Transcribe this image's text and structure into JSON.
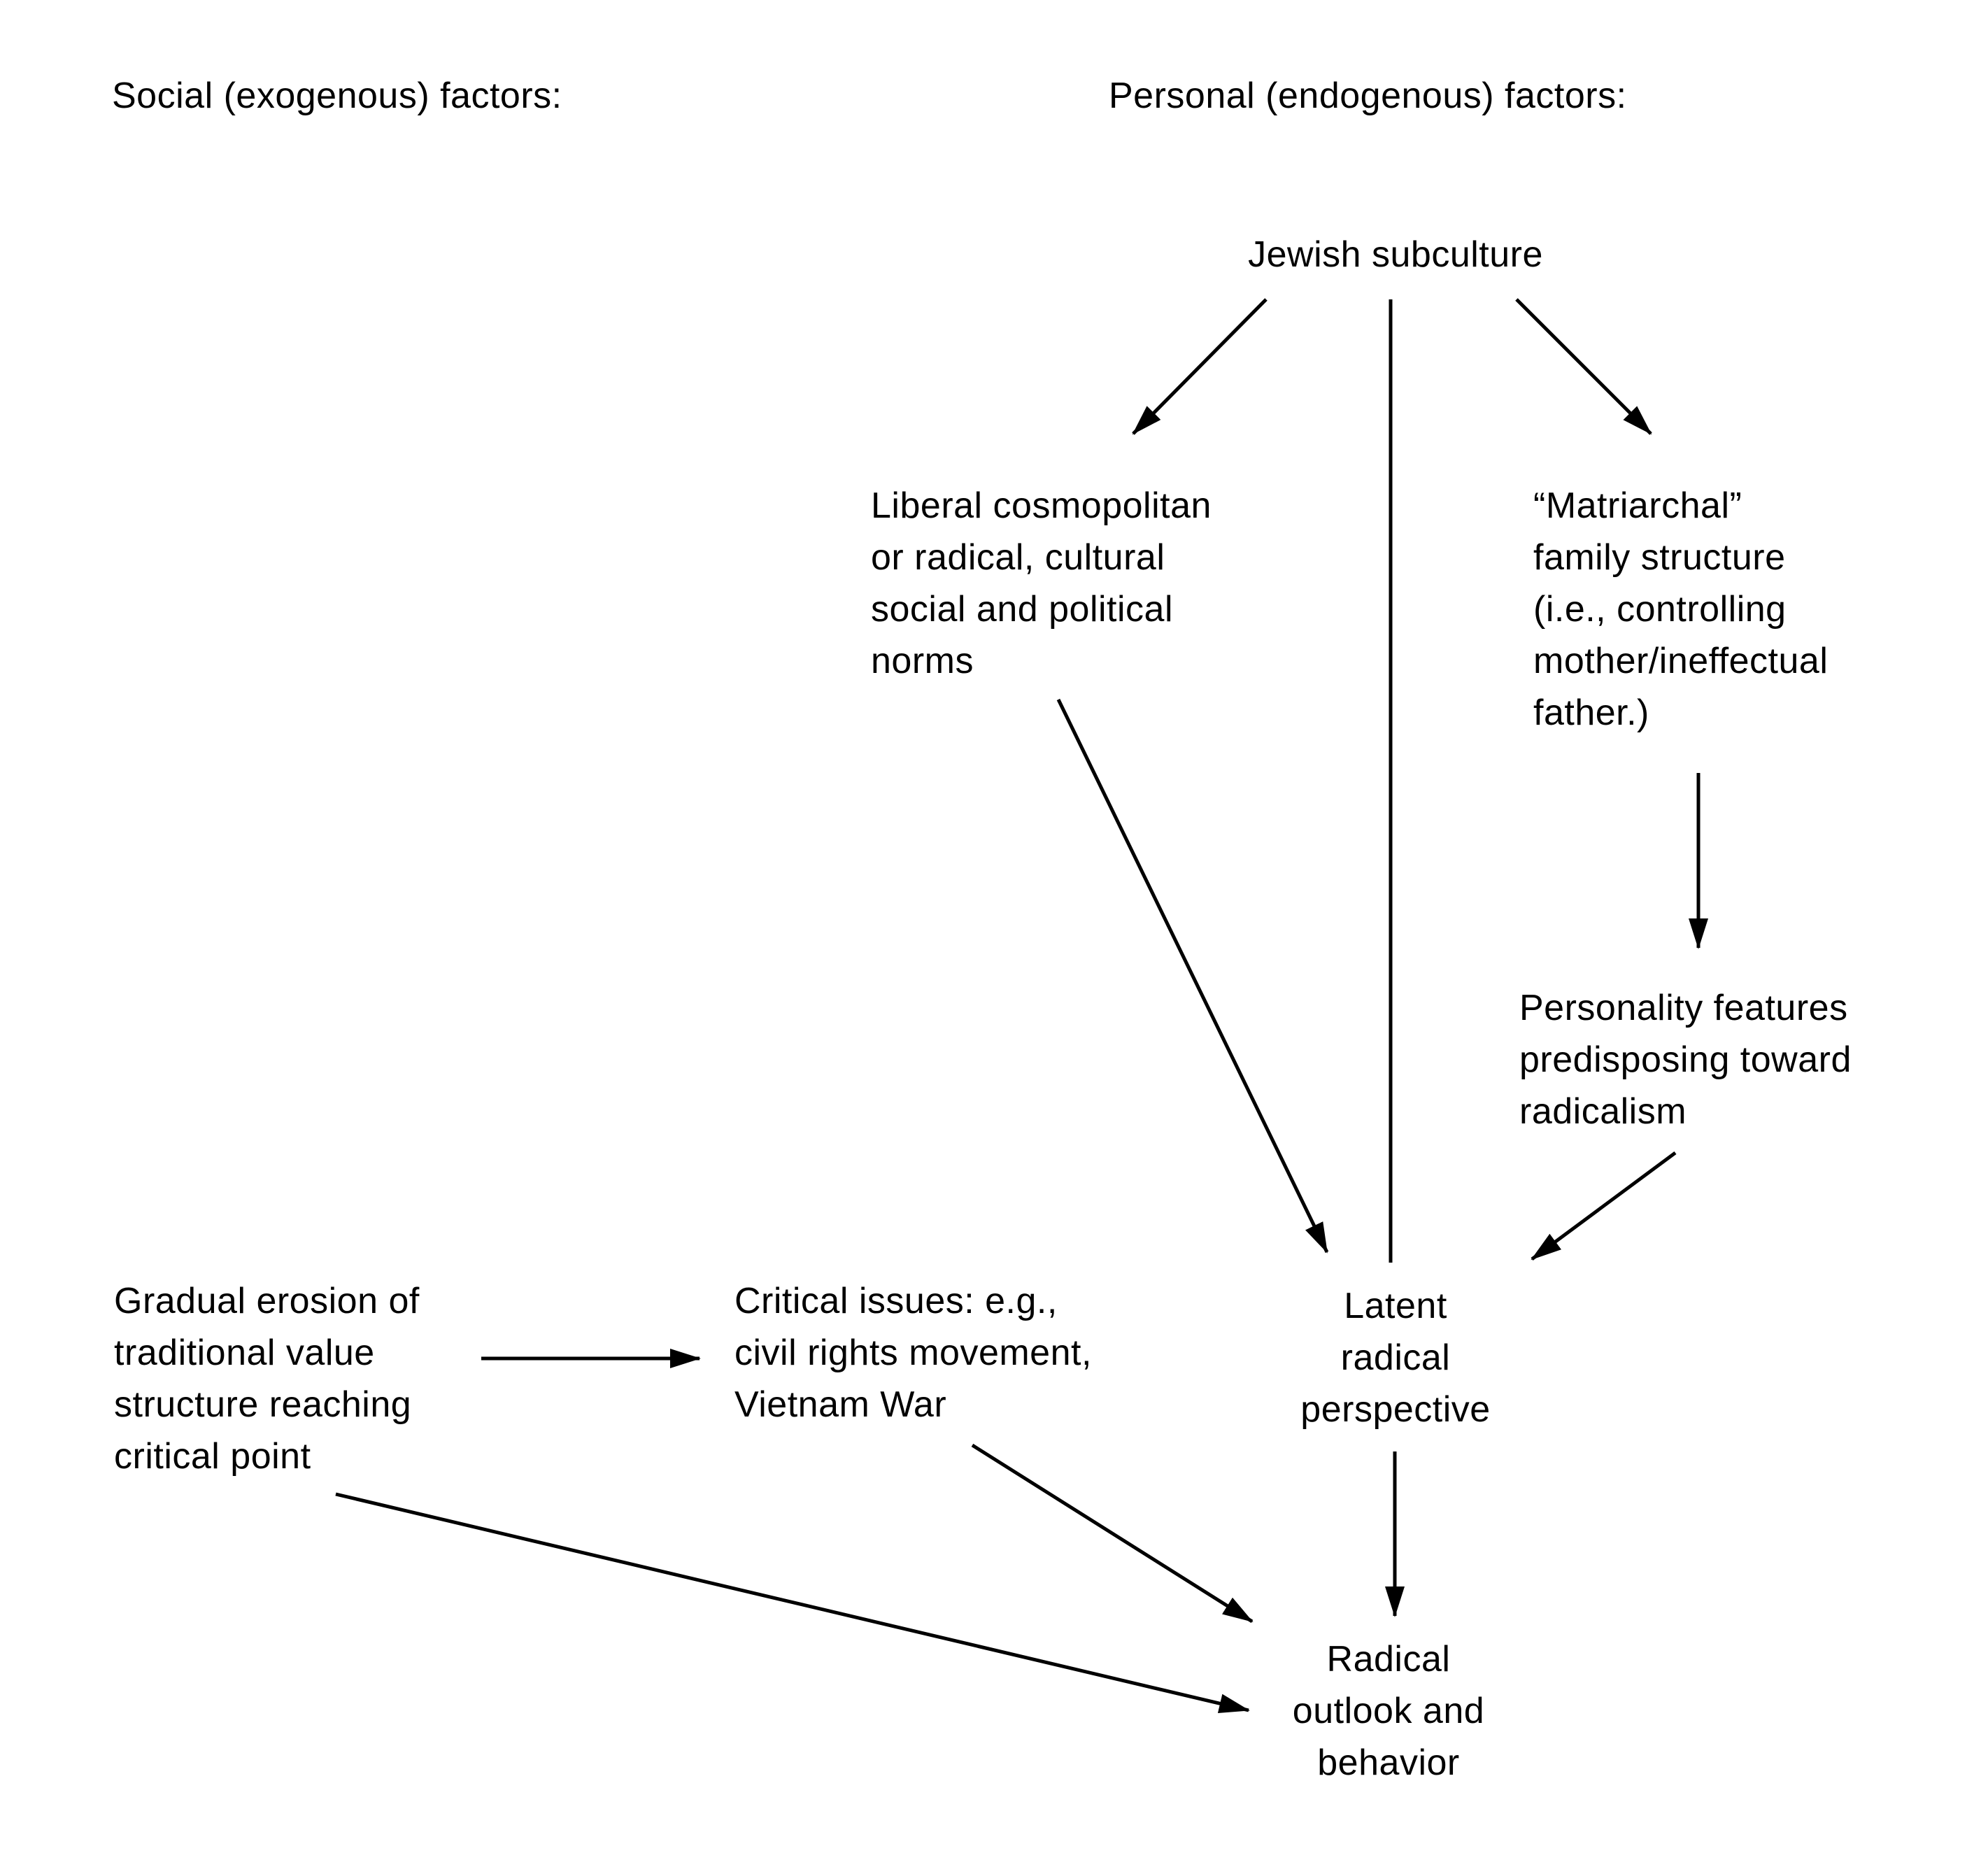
{
  "headings": {
    "social": "Social (exogenous) factors:",
    "personal": "Personal (endogenous) factors:"
  },
  "nodes": {
    "jewish_subculture": "Jewish subculture",
    "liberal_norms": "Liberal cosmopolitan\nor radical, cultural\nsocial and political\nnorms",
    "matriarchal": "“Matriarchal”\nfamily structure\n(i.e., controlling\nmother/ineffectual\nfather.)",
    "personality": "Personality features\npredisposing toward\nradicalism",
    "gradual_erosion": "Gradual erosion of\ntraditional value\nstructure reaching\ncritical point",
    "critical_issues": "Critical issues:  e.g.,\ncivil  rights  movement,\nVietnam War",
    "latent": "Latent\nradical\nperspective",
    "radical_outlook": "Radical\noutlook and\nbehavior"
  },
  "edges": [
    {
      "from": "jewish_subculture",
      "to": "liberal_norms",
      "arrow": true
    },
    {
      "from": "jewish_subculture",
      "to": "latent",
      "arrow": false
    },
    {
      "from": "jewish_subculture",
      "to": "matriarchal",
      "arrow": true
    },
    {
      "from": "liberal_norms",
      "to": "latent",
      "arrow": true
    },
    {
      "from": "matriarchal",
      "to": "personality",
      "arrow": true
    },
    {
      "from": "personality",
      "to": "latent",
      "arrow": true
    },
    {
      "from": "gradual_erosion",
      "to": "critical_issues",
      "arrow": true
    },
    {
      "from": "critical_issues",
      "to": "radical_outlook",
      "arrow": true
    },
    {
      "from": "latent",
      "to": "radical_outlook",
      "arrow": true
    },
    {
      "from": "gradual_erosion",
      "to": "radical_outlook",
      "arrow": true
    }
  ]
}
